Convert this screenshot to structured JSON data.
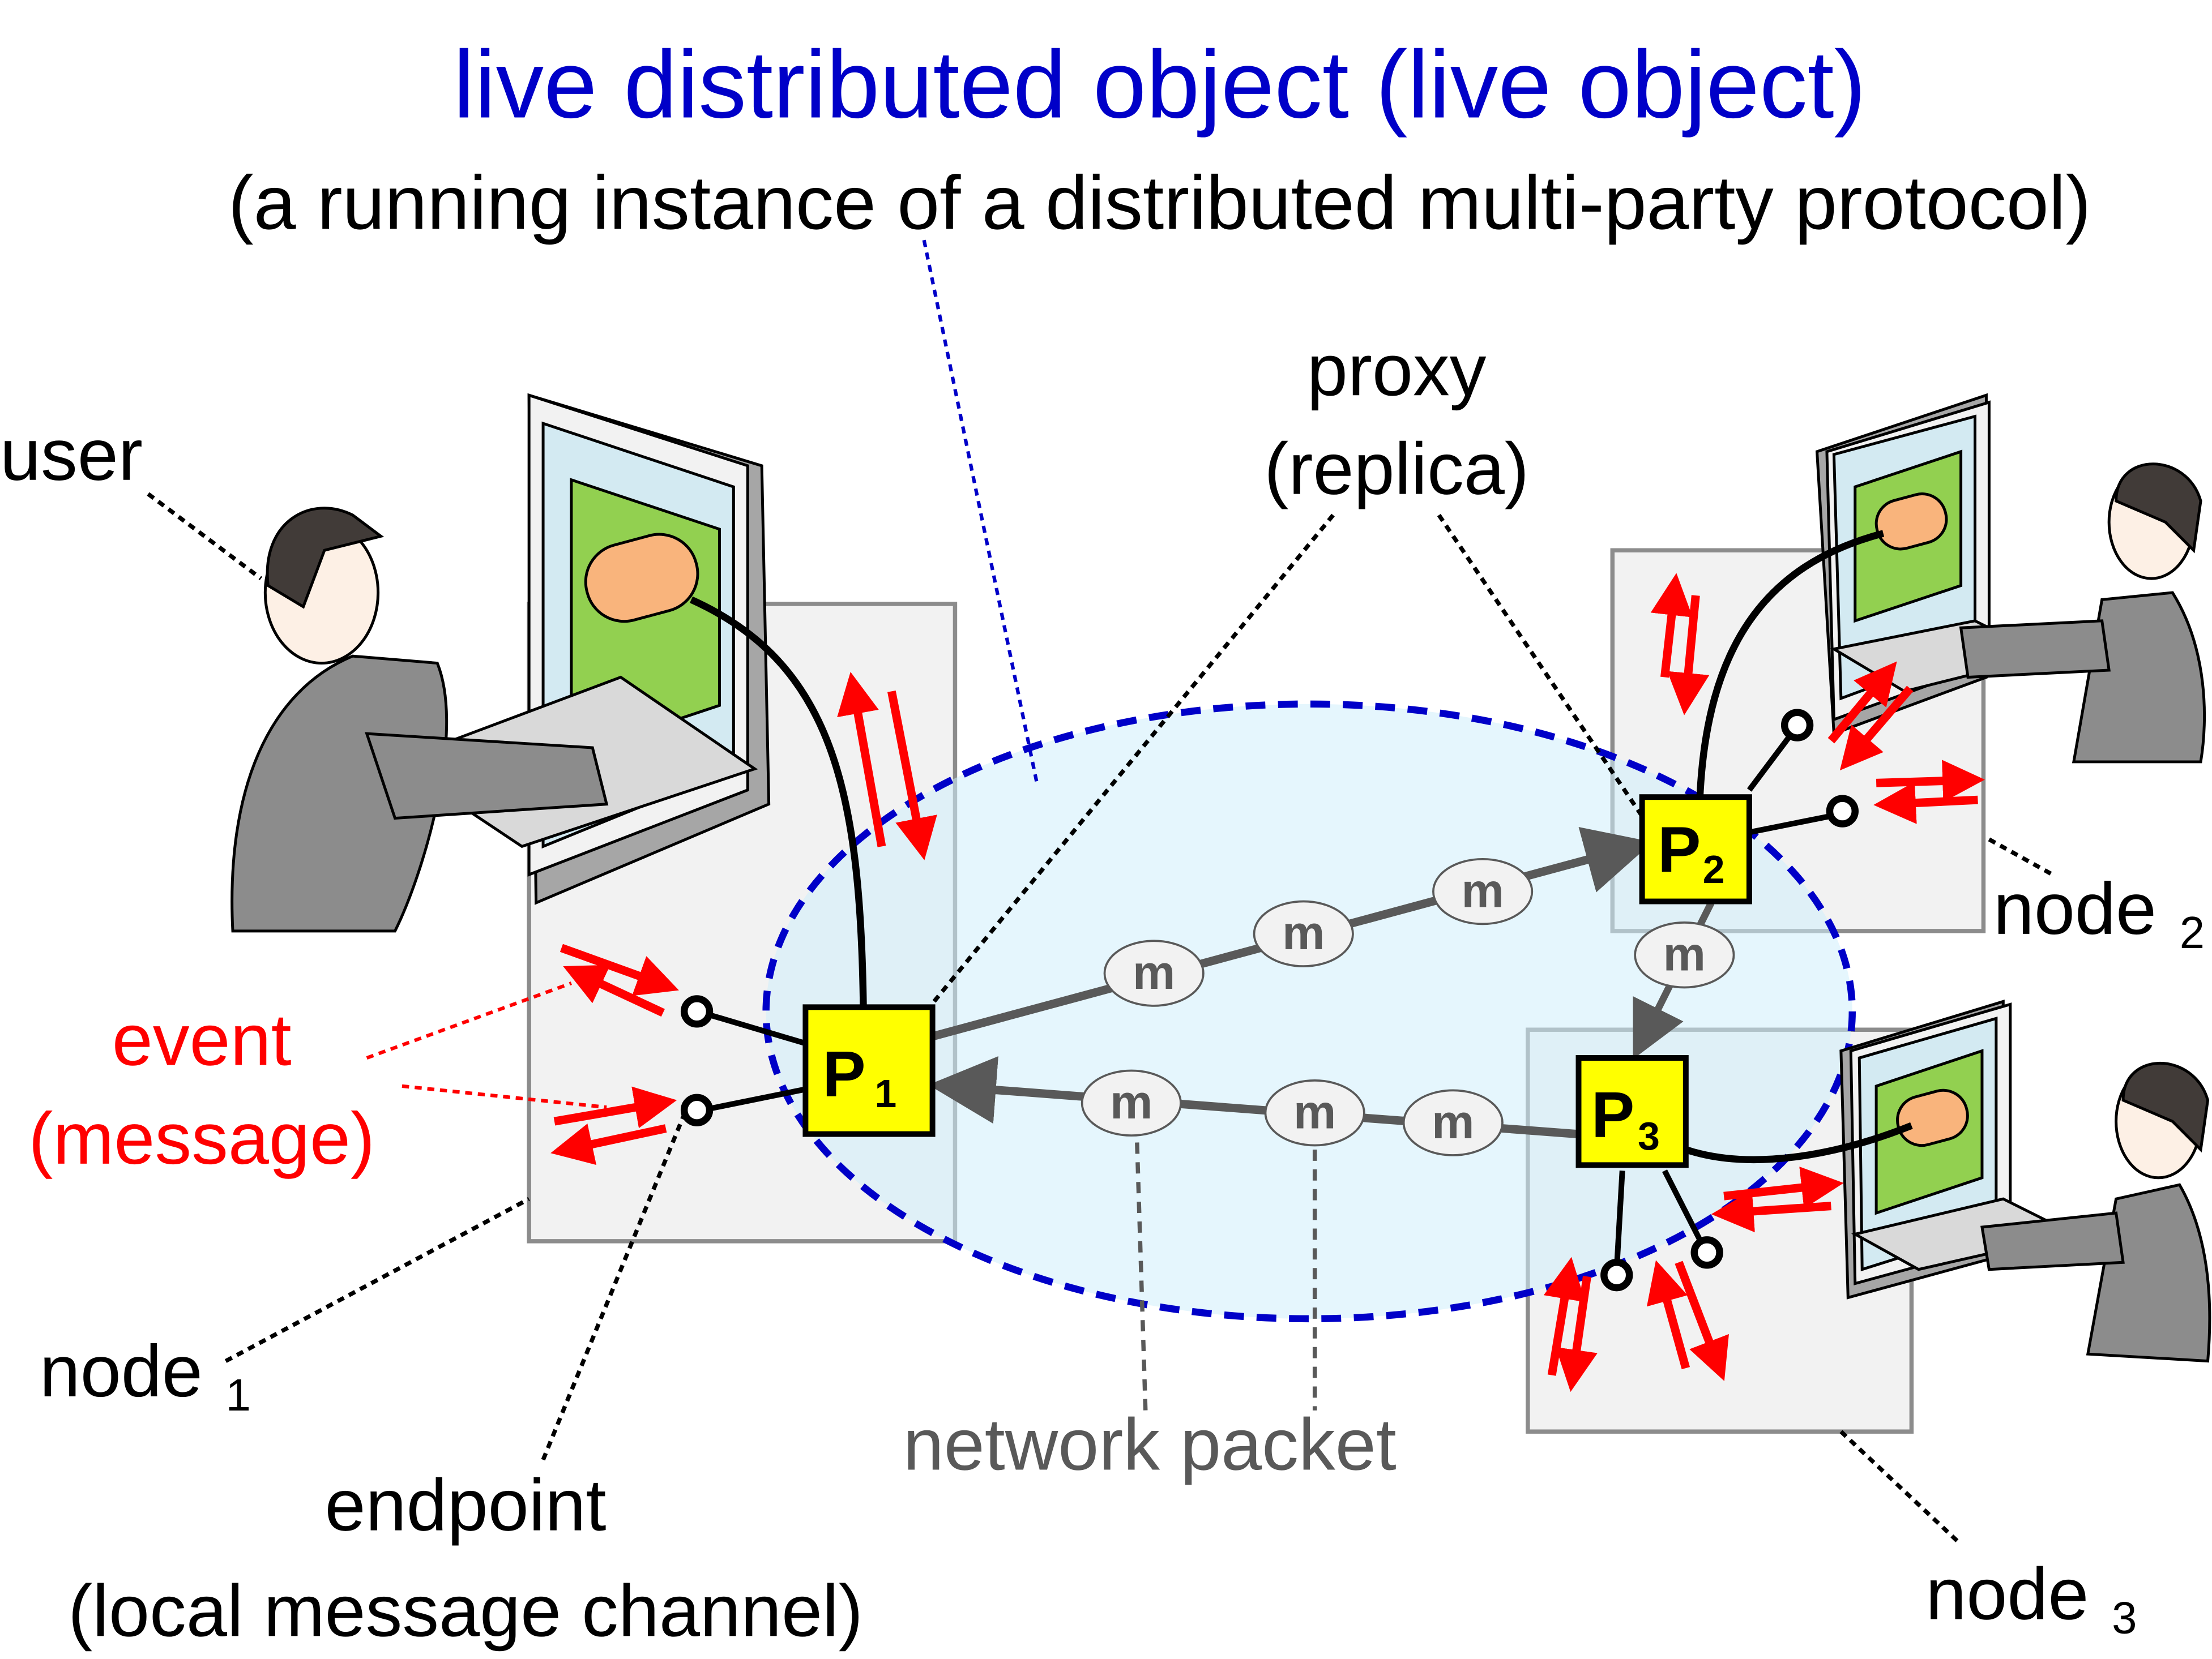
{
  "title": "live distributed object (live object)",
  "subtitle": "(a running instance of a distributed multi-party protocol)",
  "labels": {
    "user": "user",
    "proxy": "proxy",
    "replica": "(replica)",
    "event": "event",
    "message": "(message)",
    "node": "node",
    "endpoint": "endpoint",
    "endpoint_desc": "(local message channel)",
    "network_packet": "network packet"
  },
  "nodes": [
    {
      "name": "node",
      "sub": "1"
    },
    {
      "name": "node",
      "sub": "2"
    },
    {
      "name": "node",
      "sub": "3"
    }
  ],
  "proxies": [
    {
      "letter": "P",
      "sub": "1"
    },
    {
      "letter": "P",
      "sub": "2"
    },
    {
      "letter": "P",
      "sub": "3"
    }
  ],
  "packet_label": "m",
  "colors": {
    "title": "#0000c8",
    "event": "#ff0000",
    "proxy_fill": "#ffff00",
    "cloud_fill": "#e2f4fd",
    "cloud_border": "#0000c8",
    "node_fill": "#f2f2f2",
    "packet_fill": "#f2f2f2",
    "packet_text": "#595959",
    "network_label": "#595959"
  }
}
